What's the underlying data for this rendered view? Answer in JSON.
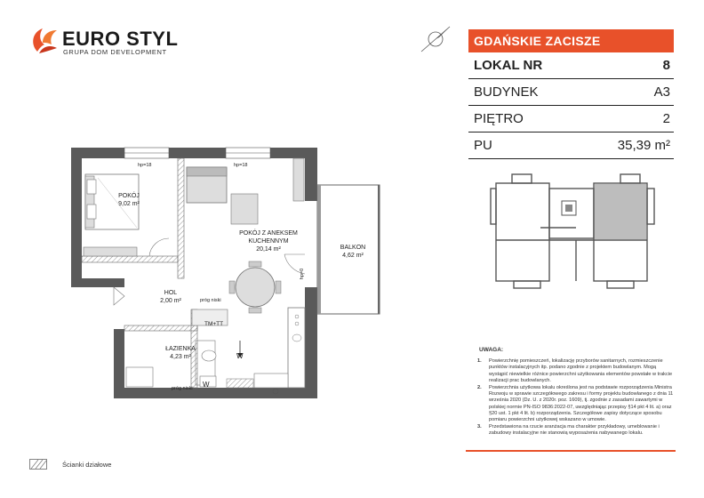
{
  "logo": {
    "brand": "EURO STYL",
    "sub": "GRUPA DOM DEVELOPMENT"
  },
  "info": {
    "heading": "GDAŃSKIE ZACISZE",
    "rows": [
      {
        "label": "LOKAL NR",
        "value": "8"
      },
      {
        "label": "BUDYNEK",
        "value": "A3"
      },
      {
        "label": "PIĘTRO",
        "value": "2"
      },
      {
        "label": "PU",
        "value": "35,39 m²"
      }
    ]
  },
  "plan": {
    "rooms": [
      {
        "name": "POKÓJ",
        "area": "9,02 m²"
      },
      {
        "name": "POKÓJ Z ANEKSEM KUCHENNYM",
        "area": "20,14 m²"
      },
      {
        "name": "BALKON",
        "area": "4,62 m²"
      },
      {
        "name": "HOL",
        "area": "2,00 m²"
      },
      {
        "name": "ŁAZIENKA",
        "area": "4,23 m²"
      }
    ],
    "hp_left": "hp=18",
    "hp_right": "hp=18",
    "hp_door": "hp=0",
    "tm": "TM+TT",
    "w1": "W",
    "w2": "W",
    "prog1": "próg niski",
    "prog2": "próg niski"
  },
  "notes": {
    "title": "UWAGA:",
    "items": [
      {
        "num": "1.",
        "text": "Powierzchnię pomieszczeń, lokalizację przyborów sanitarnych, rozmieszczenie punktów instalacyjnych itp. podano zgodnie z projektem budowlanym. Mogą wystąpić niewielkie różnice powierzchni użytkowania elementów powstałe w trakcie realizacji prac budowlanych."
      },
      {
        "num": "2.",
        "text": "Powierzchnia użytkowa lokalu określona jest na podstawie rozporządzenia Ministra Rozwoju w sprawie szczegółowego zakresu i formy projektu budowlanego z dnia 11 września 2020 (Dz. U. z 2020r. poz. 1609), tj. zgodnie z zasadami zawartymi w polskiej normie PN-ISO 9836:2022-07, uwzględniając przepisy §14 pkt 4 lit. a) oraz §20 ust. 1 pkt 4 lit. b) rozporządzenia. Szczegółowe zapisy dotyczące sposobu pomiaru powierzchni użytkowej wskazano w umowie."
      },
      {
        "num": "3.",
        "text": "Przedstawiona na rzucie aranżacja ma charakter przykładowy, umeblowanie i zabudowy instalacyjne nie stanowią wyposażenia nabywanego lokalu."
      }
    ]
  },
  "legend": {
    "label": "Ścianki działowe"
  },
  "colors": {
    "accent": "#e8512a",
    "wall": "#4a4a4a",
    "wall_fill": "#6b6b6b"
  }
}
